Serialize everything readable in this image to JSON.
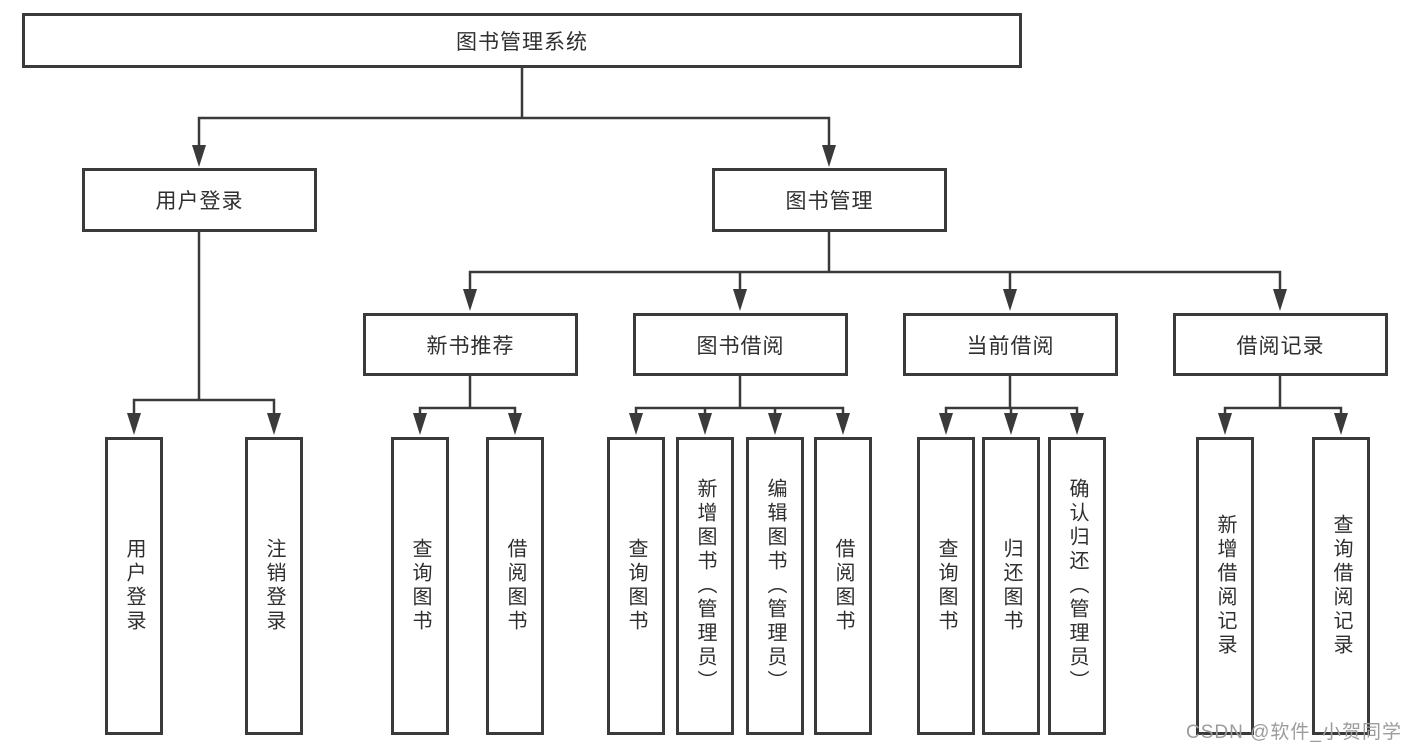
{
  "diagram": {
    "root": {
      "label": "图书管理系统"
    },
    "branches": [
      {
        "label": "用户登录",
        "children": [
          {
            "label": "用户登录"
          },
          {
            "label": "注销登录"
          }
        ]
      },
      {
        "label": "图书管理",
        "children": [
          {
            "label": "新书推荐",
            "children": [
              {
                "label": "查询图书"
              },
              {
                "label": "借阅图书"
              }
            ]
          },
          {
            "label": "图书借阅",
            "children": [
              {
                "label": "查询图书"
              },
              {
                "label": "新增图书（管理员）"
              },
              {
                "label": "编辑图书（管理员）"
              },
              {
                "label": "借阅图书"
              }
            ]
          },
          {
            "label": "当前借阅",
            "children": [
              {
                "label": "查询图书"
              },
              {
                "label": "归还图书"
              },
              {
                "label": "确认归还（管理员）"
              }
            ]
          },
          {
            "label": "借阅记录",
            "children": [
              {
                "label": "新增借阅记录"
              },
              {
                "label": "查询借阅记录"
              }
            ]
          }
        ]
      }
    ]
  },
  "watermark": {
    "text": "CSDN @软件_小贺同学"
  },
  "colors": {
    "line": "#3a3a3a",
    "text": "#2f2f2f",
    "background": "#ffffff",
    "watermark": "#9c9c9c"
  }
}
